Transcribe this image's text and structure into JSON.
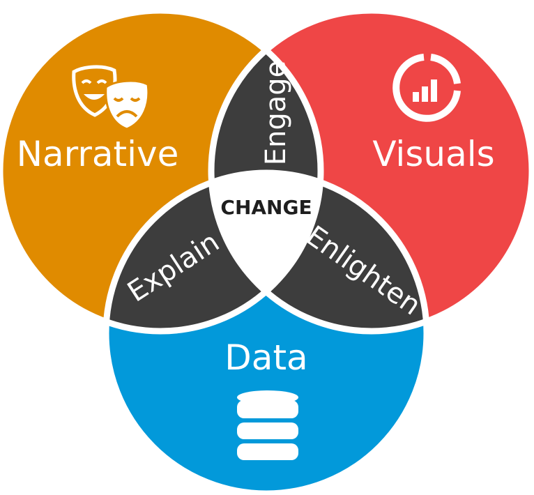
{
  "diagram": {
    "circles": [
      {
        "id": "narrative",
        "label": "Narrative",
        "color": "#e08b00",
        "icon": "theater-masks-icon"
      },
      {
        "id": "visuals",
        "label": "Visuals",
        "color": "#ef4646",
        "icon": "bar-chart-ring-icon"
      },
      {
        "id": "data",
        "label": "Data",
        "color": "#0299da",
        "icon": "database-icon"
      }
    ],
    "overlaps": {
      "narrative_visuals": "Engage",
      "narrative_data": "Explain",
      "visuals_data": "Enlighten"
    },
    "center": "CHANGE",
    "overlap_color": "#3d3d3d",
    "center_color": "#ffffff"
  }
}
